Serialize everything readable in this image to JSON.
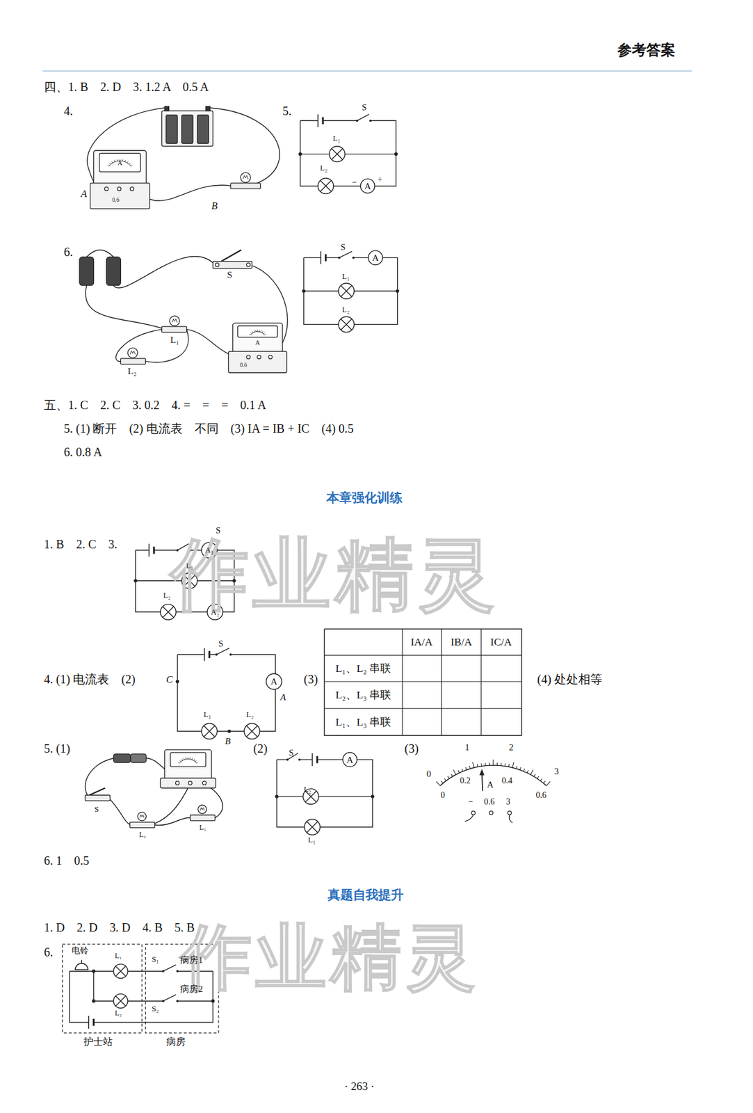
{
  "diagram": {
    "title": "参考答案",
    "labels": [
      "参考答案",
      "四、1. B　2. D　3. 1.2 A　0.5 A",
      "4.",
      "A",
      "B",
      "A",
      "0.6",
      "5.",
      "S",
      "L₁",
      "L₂",
      "A",
      "−",
      "+",
      "6.",
      "S",
      "L₁",
      "L₂",
      "A",
      "0.6",
      "S",
      "A",
      "L₁",
      "L₂",
      "五、1. C　2. C　3. 0.2　4. =　=　=　0.1 A",
      "5. (1) 断开　(2) 电流表　不同　(3) IA = IB + IC　(4) 0.5",
      "6. 0.8 A",
      "本章强化训练",
      "1. B　2. C　3.",
      "S",
      "A₁",
      "L₁",
      "L₂",
      "A₂",
      "4. (1) 电流表　(2)",
      "C",
      "S",
      "A",
      "A",
      "L₁",
      "L₂",
      "B",
      "(3)",
      "IA/A",
      "IB/A",
      "IC/A",
      "L₁、L₂ 串联",
      "L₂、L₃ 串联",
      "L₁、L₃ 串联",
      "(4) 处处相等",
      "5. (1)",
      "S",
      "L₂",
      "L₁",
      "(2)",
      "S",
      "A",
      "L₂",
      "L₁",
      "(3)",
      "1",
      "2",
      "0",
      "3",
      "0.2",
      "0.4",
      "0",
      "0.6",
      "A",
      "−",
      "0.6",
      "3",
      "6. 1　0.5",
      "真题自我提升",
      "1. D　2. D　3. D　4. B　5. B",
      "6.",
      "电铃",
      "L₁",
      "L₂",
      "S₁",
      "病房1",
      "病房2",
      "S₂",
      "护士站",
      "病房",
      "· 263 ·",
      "作业精灵",
      "作业精灵"
    ]
  }
}
